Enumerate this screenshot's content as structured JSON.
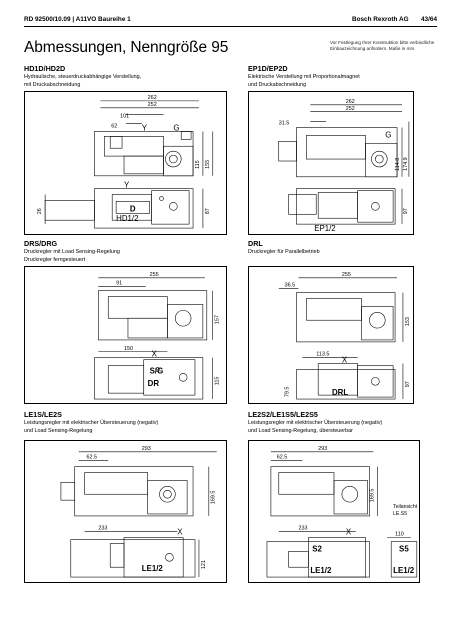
{
  "header": {
    "left": "RD 92500/10.09 | A11VO Baureihe 1",
    "company": "Bosch Rexroth AG",
    "page": "43/64"
  },
  "title": "Abmessungen, Nenngröße 95",
  "note": "Vor Festlegung Ihrer Konstruktion bitte verbindliche Einbauzeichnung anfordern. Maße in mm",
  "sections": {
    "hd": {
      "title": "HD1D/HD2D",
      "desc1": "Hydraulische, steuerdruckabhängige Verstellung,",
      "desc2": "mit Druckabschneidung",
      "dims": [
        "262",
        "252",
        "101",
        "62",
        "Y",
        "G",
        "115",
        "155",
        "26",
        "87",
        "Y"
      ],
      "labels": [
        "D",
        "HD1/2"
      ]
    },
    "ep": {
      "title": "EP1D/EP2D",
      "desc1": "Elektrische Verstellung mit Proportionalmagnet",
      "desc2": "und Druckabschneidung",
      "dims": [
        "262",
        "252",
        "31.5",
        "G",
        "114.8",
        "174.9",
        "97"
      ],
      "labels": [
        "EP1/2"
      ]
    },
    "drs": {
      "title": "DRS/DRG",
      "desc1": "Druckregler mit Load Sensing-Regelung",
      "desc2": "Druckregler ferngesteuert",
      "dims": [
        "255",
        "91",
        "157",
        "150",
        "X",
        "115"
      ],
      "labels": [
        "S/G",
        "DR"
      ]
    },
    "drl": {
      "title": "DRL",
      "desc1": "Druckregler für Parallelbetrieb",
      "dims": [
        "255",
        "36.5",
        "153",
        "113.5",
        "X",
        "79.5",
        "97"
      ],
      "labels": [
        "DRL"
      ]
    },
    "le": {
      "title": "LE1S/LE2S",
      "desc1": "Leistungsregler mit elektrischer Übersteuerung (negativ)",
      "desc2": "und Load Sensing-Regelung",
      "dims": [
        "293",
        "62.5",
        "169.5",
        "233",
        "X",
        "121"
      ],
      "labels": [
        "LE1/2"
      ]
    },
    "le2s": {
      "title": "LE2S2/LE1S5/LE2S5",
      "desc1": "Leistungsregler mit elektrischer Übersteuerung (negativ)",
      "desc2": "und Load Sensing-Regelung, übersteuerbar",
      "dims": [
        "293",
        "62.5",
        "169.5",
        "233",
        "X",
        "110"
      ],
      "labels": [
        "S2",
        "LE1/2",
        "S5",
        "LE1/2"
      ],
      "side1": "Teilansicht",
      "side2": "LE.S5"
    }
  }
}
